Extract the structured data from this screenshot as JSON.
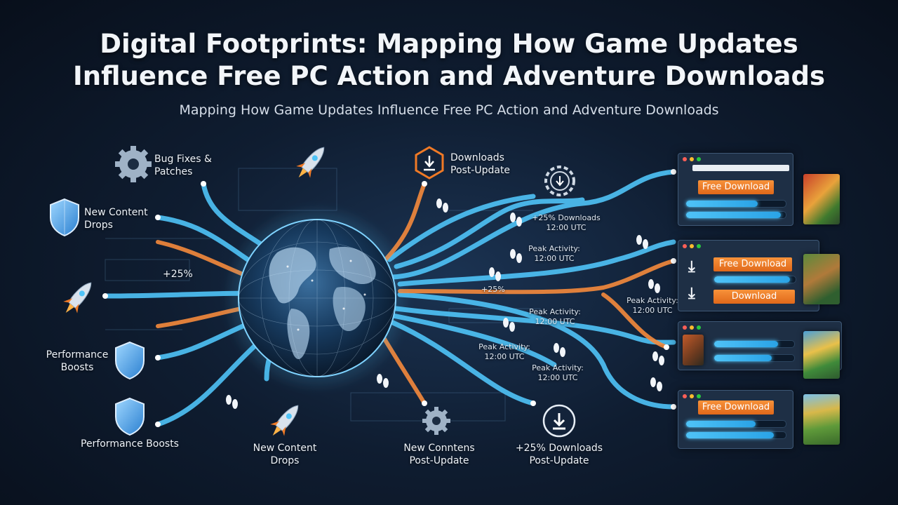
{
  "header": {
    "title": "Digital Footprints: Mapping How Game Updates\nInfluence Free PC Action and Adventure Downloads",
    "subtitle": "Mapping How Game Updates Influence Free PC Action and Adventure Downloads"
  },
  "left_labels": {
    "bug_fixes": "Bug Fixes &\nPatches",
    "new_content": "New Content\nDrops",
    "plus25": "+25%",
    "performance_boosts_1": "Performance\nBoosts",
    "performance_boosts_2": "Performance Boosts"
  },
  "bottom_labels": {
    "new_content_drops": "New Content\nDrops",
    "new_conntens": "New Conntens\nPost-Update",
    "downloads_post": "+25% Downloads\nPost-Update"
  },
  "top_labels": {
    "downloads_post_update": "Downloads\nPost-Update"
  },
  "annotations": {
    "a1": "+25% Downloads\n12:00 UTC",
    "a2": "Peak Activity:\n12:00 UTC",
    "a3": "+25%",
    "a4": "Peak Activity:\n12:00 UTC",
    "a5": "Peak Activity:\n12:00 UTC",
    "a6": "Peak Activity:\n12:00 UTC",
    "a7": "Peak Activity:\n12:00 UTC"
  },
  "panels": {
    "p1_button": "Free Download",
    "p2_button1": "Free Download",
    "p2_button2": "Download",
    "p4_button": "Free Download",
    "progress": {
      "p1_bar1": 0.72,
      "p1_bar2": 0.95,
      "p2_bar1": 0.93,
      "p2_bar2": 0.0,
      "p3_bar1": 0.8,
      "p3_bar2": 0.72,
      "p4_bar1": 0.7,
      "p4_bar2": 0.88
    }
  },
  "colors": {
    "blue_stream": "#4fc3f7",
    "orange_stream": "#f58a3c",
    "accent_orange": "#f07a26"
  }
}
